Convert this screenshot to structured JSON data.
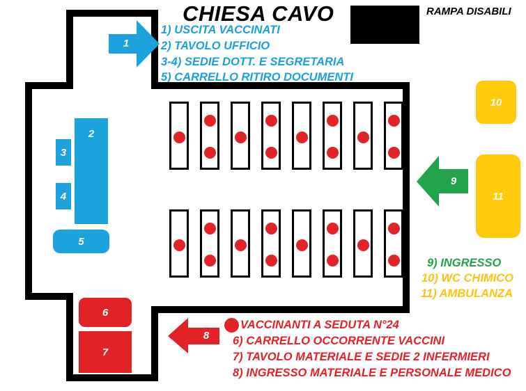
{
  "header": {
    "title": "CHIESA CAVO",
    "ramp_label": "RAMPA DISABILI"
  },
  "legend_top": [
    "1) USCITA VACCINATI",
    "2) TAVOLO UFFICIO",
    "3-4) SEDIE DOTT. E SEGRETARIA",
    "5) CARRELLO RITIRO DOCUMENTI"
  ],
  "legend_bottom": [
    "VACCINANTI A SEDUTA N°24",
    "6) CARRELLO OCCORRENTE VACCINI",
    "7) TAVOLO MATERIALE E SEDIE 2 INFERMIERI",
    "8) INGRESSO MATERIALE E PERSONALE MEDICO"
  ],
  "legend_right": [
    "9) INGRESSO",
    "10) WC CHIMICO",
    "11) AMBULANZA"
  ],
  "furniture": {
    "arrow_exit": "1",
    "desk_office": "2",
    "chair_doctor": "3",
    "chair_secretary": "4",
    "cart_documents": "5",
    "cart_vaccines": "6",
    "table_materials": "7",
    "arrow_material_entry": "8",
    "arrow_entrance": "9",
    "wc_chemical": "10",
    "ambulance": "11"
  },
  "colors": {
    "blue": "#1CA3DE",
    "red": "#E32227",
    "green": "#23A34B",
    "yellow": "#FFCA0B",
    "black": "#000000",
    "dot_red": "#E42328"
  },
  "chart_data": {
    "type": "table",
    "title": "CHIESA CAVO — Vaccination hall layout",
    "seats_total": 24,
    "rows": [
      {
        "row": 1,
        "benches": 8,
        "dots_per_bench": [
          1,
          2,
          1,
          2,
          1,
          2,
          1,
          2
        ]
      },
      {
        "row": 2,
        "benches": 8,
        "dots_per_bench": [
          1,
          2,
          1,
          2,
          1,
          2,
          1,
          2
        ]
      }
    ]
  }
}
